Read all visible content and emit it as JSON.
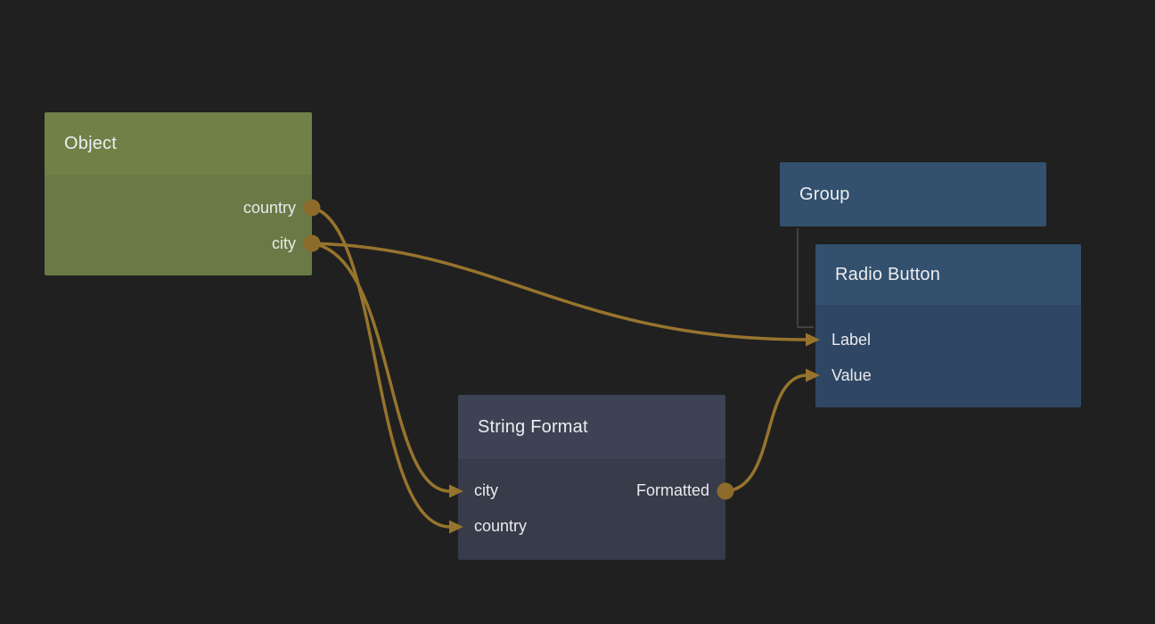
{
  "app": {
    "view": "node-graph-editor",
    "background_color": "#202020"
  },
  "palette": {
    "wire_color": "#97742D",
    "port_dot_color": "#8D6B2A",
    "arrowhead_color": "#97742D",
    "hierarchy_line_color": "#4D4D4D",
    "text_color": "#ECEEF0",
    "object_header_color": "#708148",
    "object_body_color": "#697A46",
    "group_header_color": "#33506E",
    "radio_button_body_color": "#2F4764",
    "string_format_header_color": "#3D4254",
    "string_format_body_color": "#373B4A"
  },
  "nodes": {
    "object": {
      "title": "Object",
      "kind": "data-object",
      "ports": {
        "country": {
          "label": "country",
          "direction": "output"
        },
        "city": {
          "label": "city",
          "direction": "output"
        }
      }
    },
    "group": {
      "title": "Group",
      "kind": "container",
      "ports": {}
    },
    "radio_button": {
      "title": "Radio Button",
      "kind": "widget",
      "parent": "group",
      "ports": {
        "label": {
          "label": "Label",
          "direction": "input"
        },
        "value": {
          "label": "Value",
          "direction": "input"
        }
      }
    },
    "string_format": {
      "title": "String Format",
      "kind": "function",
      "ports": {
        "city": {
          "label": "city",
          "direction": "input"
        },
        "country": {
          "label": "country",
          "direction": "input"
        },
        "formatted": {
          "label": "Formatted",
          "direction": "output"
        }
      }
    }
  },
  "connections": [
    {
      "from": "object.city",
      "to": "radio_button.label",
      "type": "data"
    },
    {
      "from": "object.city",
      "to": "string_format.city",
      "type": "data"
    },
    {
      "from": "object.country",
      "to": "string_format.country",
      "type": "data"
    },
    {
      "from": "string_format.formatted",
      "to": "radio_button.value",
      "type": "data"
    },
    {
      "from": "group",
      "to": "radio_button",
      "type": "hierarchy"
    }
  ]
}
